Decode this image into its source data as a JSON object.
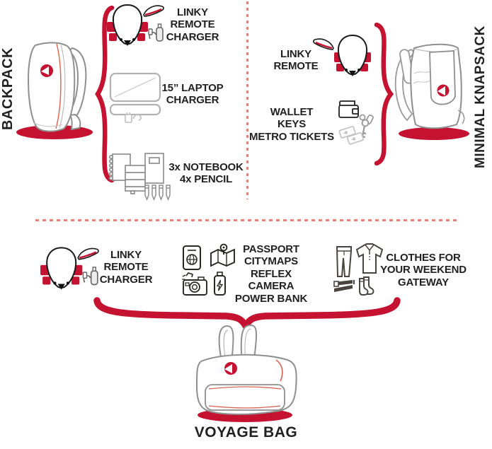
{
  "colors": {
    "accent_red": "#c51230",
    "divider_salmon": "#e4837b",
    "text_ink": "#231f20"
  },
  "backpack": {
    "title": "BACKPACK",
    "items": [
      {
        "label": "LINKY\nREMOTE\nCHARGER",
        "icons": [
          "linky-board-icon",
          "linky-remote-icon",
          "usb-charger-icon"
        ]
      },
      {
        "label": "15” LAPTOP\nCHARGER",
        "icons": [
          "laptop-icon",
          "laptop-charger-icon"
        ]
      },
      {
        "label": "3x NOTEBOOK\n4x PENCIL",
        "icons": [
          "notebooks-icon",
          "pencils-icon"
        ]
      }
    ]
  },
  "knapsack": {
    "title": "MINIMAL KNAPSACK",
    "items": [
      {
        "label": "LINKY\nREMOTE",
        "icons": [
          "linky-remote-icon",
          "linky-board-icon"
        ]
      },
      {
        "label": "WALLET\nKEYS\nMETRO TICKETS",
        "icons": [
          "wallet-icon",
          "keys-icon",
          "metro-tickets-icon"
        ]
      }
    ]
  },
  "voyage": {
    "title": "VOYAGE BAG",
    "items": [
      {
        "label": "LINKY\nREMOTE\nCHARGER",
        "icons": [
          "linky-board-icon",
          "linky-remote-icon",
          "usb-charger-icon"
        ]
      },
      {
        "label": "PASSPORT\nCITYMAPS\nREFLEX CAMERA\nPOWER BANK",
        "icons": [
          "passport-icon",
          "citymap-icon",
          "reflex-camera-icon",
          "power-bank-icon"
        ]
      },
      {
        "label": "CLOTHES FOR\nYOUR WEEKEND\nGATEWAY",
        "icons": [
          "pants-icon",
          "polo-shirt-icon",
          "belt-icon",
          "socks-icon"
        ]
      }
    ]
  }
}
